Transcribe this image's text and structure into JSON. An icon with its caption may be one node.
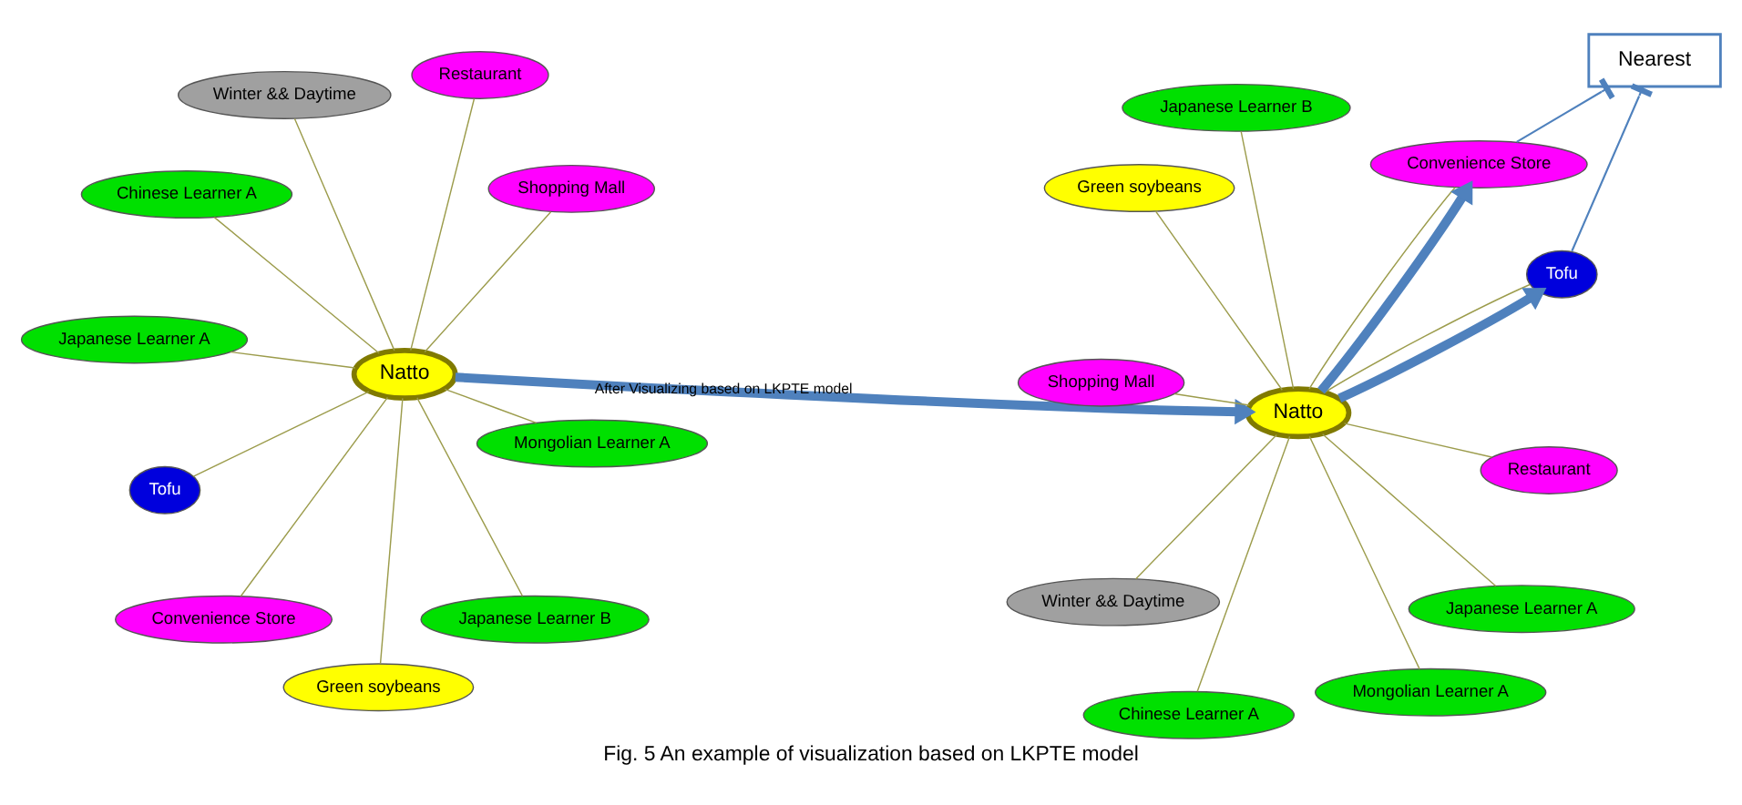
{
  "diagram": {
    "caption": "Fig. 5 An example of visualization based on LKPTE model",
    "nodes": [
      {
        "text": [
          "Natto"
        ]
      },
      {
        "text": [
          "Green soybeans"
        ]
      },
      {
        "text": [
          "Japanese Learner B"
        ]
      },
      {
        "text": [
          "Chinese Learner A"
        ]
      },
      {
        "text": [
          "Japanese Learner A"
        ]
      },
      {
        "text": [
          "Shopping Mall"
        ]
      },
      {
        "text": [
          "Winter && Daytime"
        ]
      },
      {
        "text": [
          "Tofu"
        ]
      },
      {
        "text": [
          "Convenience Store"
        ]
      },
      {
        "text": [
          "Mongolian Learner A"
        ]
      },
      {
        "text": [
          "Restaurant"
        ]
      },
      {
        "text": [
          "Natto"
        ]
      },
      {
        "text": [
          "Green soybeans"
        ]
      },
      {
        "text": [
          "Chinese Learner A"
        ]
      },
      {
        "text": [
          "Japanese Learner B"
        ]
      },
      {
        "text": [
          "Nearest"
        ]
      },
      {
        "text": [
          "Winter && Daytime"
        ]
      },
      {
        "text": [
          "Shopping Mall"
        ]
      },
      {
        "text": [
          "Tofu"
        ]
      },
      {
        "text": [
          "Convenience Store"
        ]
      },
      {
        "text": [
          "Japanese Learner A"
        ]
      },
      {
        "text": [
          "Restaurant"
        ]
      },
      {
        "text": [
          "Mongolian Learner A"
        ]
      }
    ],
    "edges": [
      {
        "from": 0,
        "to": 1,
        "arrow": "none"
      },
      {
        "from": 0,
        "to": 2,
        "arrow": "none"
      },
      {
        "from": 0,
        "to": 3,
        "arrow": "none"
      },
      {
        "from": 0,
        "to": 4,
        "arrow": "none"
      },
      {
        "from": 0,
        "to": 5,
        "arrow": "none"
      },
      {
        "from": 0,
        "to": 6,
        "arrow": "none"
      },
      {
        "from": 0,
        "to": 7,
        "arrow": "none"
      },
      {
        "from": 0,
        "to": 8,
        "arrow": "none"
      },
      {
        "from": 0,
        "to": 9,
        "arrow": "none"
      },
      {
        "from": 0,
        "to": 10,
        "arrow": "none"
      },
      {
        "from": 0,
        "to": 11,
        "arrow": "to",
        "label": "After Visualizing based on LKPTE model",
        "style": "thick",
        "color": "#4f81bd"
      },
      {
        "from": 11,
        "to": 12,
        "arrow": "none"
      },
      {
        "from": 11,
        "to": 13,
        "arrow": "none"
      },
      {
        "from": 11,
        "to": 14,
        "arrow": "none"
      },
      {
        "from": 11,
        "to": 16,
        "arrow": "none"
      },
      {
        "from": 11,
        "to": 17,
        "arrow": "none"
      },
      {
        "from": 11,
        "to": 18,
        "arrow": "none"
      },
      {
        "from": 11,
        "to": 19,
        "arrow": "none"
      },
      {
        "from": 11,
        "to": 20,
        "arrow": "none"
      },
      {
        "from": 11,
        "to": 21,
        "arrow": "none"
      },
      {
        "from": 11,
        "to": 22,
        "arrow": "none"
      },
      {
        "from": 11,
        "to": 18,
        "arrow": "to",
        "style": "thick",
        "color": "#4f81bd"
      },
      {
        "from": 11,
        "to": 19,
        "arrow": "to",
        "style": "thick",
        "color": "#4f81bd"
      },
      {
        "from": 15,
        "to": 18,
        "arrow": "other",
        "color": "#4f81bd"
      },
      {
        "from": 15,
        "to": 19,
        "arrow": "other",
        "color": "#4f81bd"
      }
    ]
  }
}
